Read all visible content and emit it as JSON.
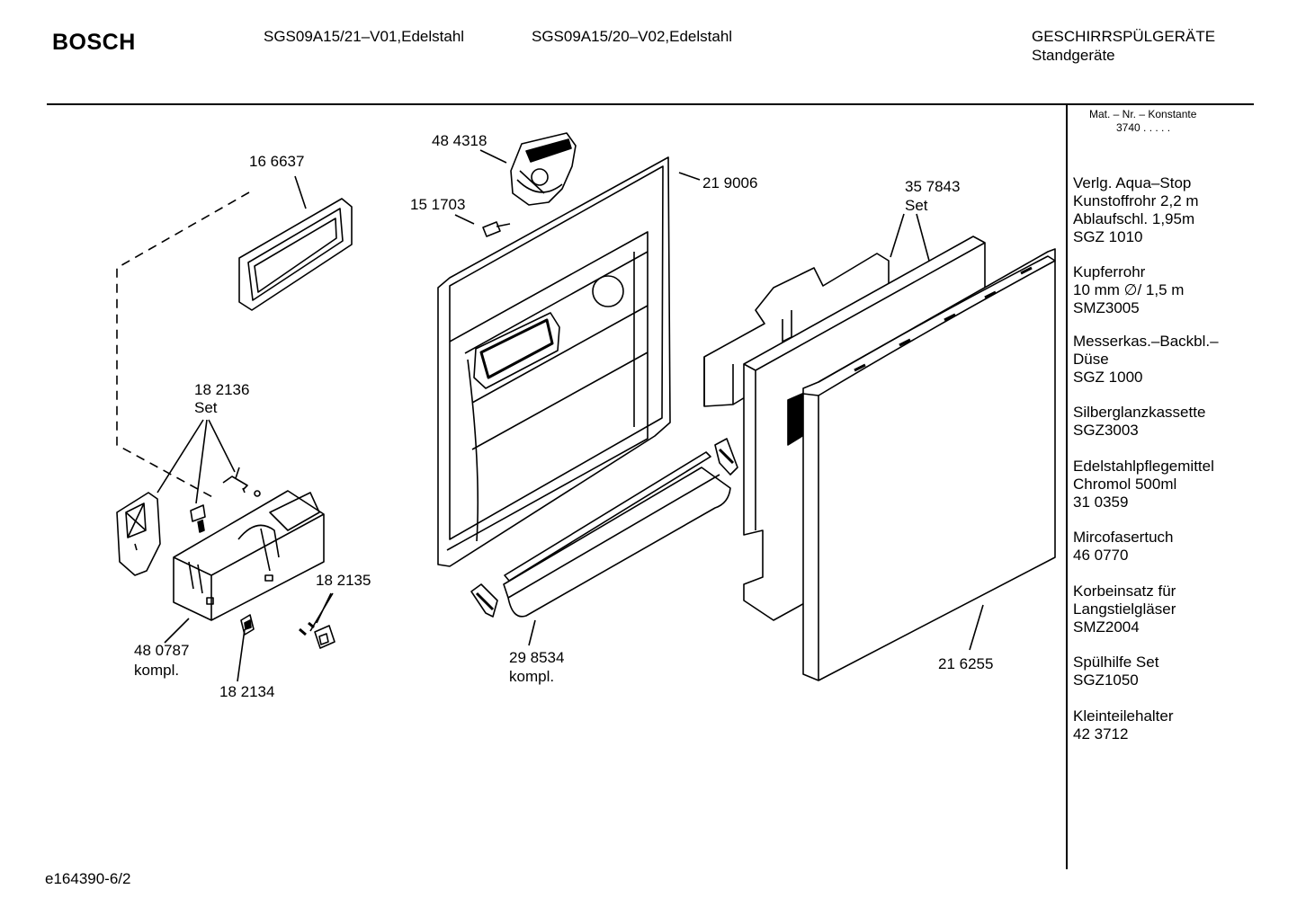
{
  "header": {
    "brand": "BOSCH",
    "model_1": "SGS09A15/21–V01,Edelstahl",
    "model_2": "SGS09A15/20–V02,Edelstahl",
    "category": "GESCHIRRSPÜLGERÄTE",
    "subcategory": "Standgeräte"
  },
  "sidebar": {
    "mat_title": "Mat. – Nr. – Konstante",
    "mat_value": "3740  .  .  .  .  .",
    "accessories": [
      {
        "lines": "Verlg. Aqua–Stop\nKunstoffrohr 2,2 m\nAblaufschl. 1,95m\nSGZ 1010"
      },
      {
        "lines": "Kupferrohr\n10 mm ∅/ 1,5 m\nSMZ3005"
      },
      {
        "lines": "Messerkas.–Backbl.–\nDüse\nSGZ 1000"
      },
      {
        "lines": "Silberglanzkassette\nSGZ3003"
      },
      {
        "lines": "Edelstahlpflegemittel\nChromol 500ml\n31 0359"
      },
      {
        "lines": "Mircofasertuch\n46 0770"
      },
      {
        "lines": "Korbeinsatz für\nLangstielgläser\nSMZ2004"
      },
      {
        "lines": "Spülhilfe Set\nSGZ1050"
      },
      {
        "lines": "Kleinteilehalter\n42 3712"
      }
    ]
  },
  "parts": {
    "p166637": "16 6637",
    "p484318": "48 4318",
    "p151703": "15 1703",
    "p219006": "21 9006",
    "p357843": "35 7843",
    "p357843_set": "Set",
    "p182136": "18 2136",
    "p182136_set": "Set",
    "p182135": "18 2135",
    "p480787": "48 0787",
    "p480787_kompl": "kompl.",
    "p182134": "18 2134",
    "p298534": "29 8534",
    "p298534_kompl": "kompl.",
    "p216255": "21 6255"
  },
  "footer": {
    "drawing_id": "e164390-6/2"
  }
}
